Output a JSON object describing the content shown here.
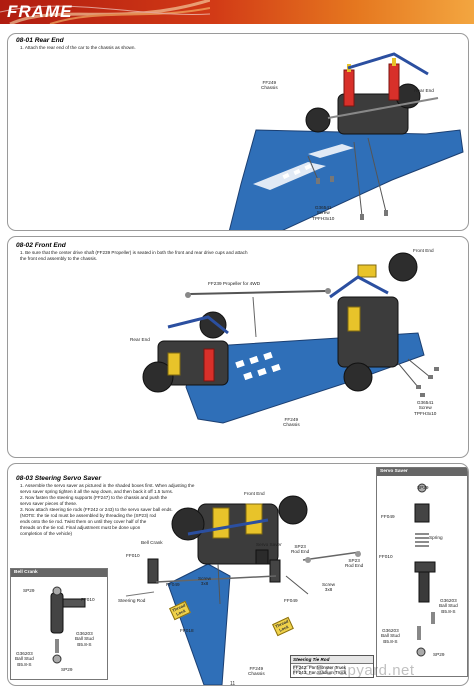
{
  "header": {
    "title": "FRAME"
  },
  "sections": [
    {
      "title": "08-01  Rear End",
      "steps": [
        "1. Attach the rear end of the car to the chassis as shown."
      ],
      "labels": {
        "chassis": "FF249\nChassis",
        "rear_end": "Rear End",
        "screw": "G36541\nScrew\nTPFH3x10"
      }
    },
    {
      "title": "08-02  Front End",
      "steps": [
        "1. Be sure that the center drive shaft (FF239 Propeller) is seated in both the front and rear drive cups and attach",
        "   the front end assembly to the chassis."
      ],
      "labels": {
        "front_end": "Front End",
        "propeller": "FF239 Propeller for 4WD",
        "rear_end": "Rear End",
        "chassis": "FF249\nChassis",
        "screw": "G36541\nScrew\nTPFH3x10"
      }
    },
    {
      "title": "08-03  Steering Servo Saver",
      "steps": [
        "1. Assemble the servo saver as pictured in the shaded boxes first.  When adjusting the",
        "   servo saver spring tighten it all the way down, and then back it off 1.5 turns.",
        "2. Now fasten the steering supports (FF247) to the chassis and push the",
        "   servo saver pieces of these.",
        "3. Now attach steering tie rods (FF242 or 243) to the servo saver ball ends.",
        "   (NOTE: the tie rod must be assembled by threading the (SP23) rod",
        "   ends onto the tie rod. Twist them on until they cover half of the",
        "   threads on the tie rod.  Final adjustment must be done upon",
        "   completion of the vehicle)"
      ],
      "labels": {
        "front_end": "Front End",
        "bell_crank": "Bell Crank",
        "servo_saver": "Servo Saver",
        "sp23_rod_end": "SP23\nRod End",
        "sp23_rod_end_b": "SP23\nRod End",
        "ff010": "FF010",
        "ff049": "FF049",
        "screw_3x8": "Screw\n3x8",
        "screw_3x8_b": "Screw\n3x8",
        "steering_rod": "Steering Rod",
        "ff018": "FF018",
        "ff049_b": "FF049",
        "ff249_chassis": "FF249\nChassis",
        "thread_lock_1": "Thread\nLock",
        "thread_lock_2": "Thread\nLock"
      },
      "insets": {
        "bell_crank": {
          "title": "Bell Crank",
          "labels": [
            "SP29",
            "FF010",
            "G36203\nBall Stud\nB5.8-S",
            "G36203\nBall Stud\nB5.8-S",
            "SP29"
          ]
        },
        "servo_saver": {
          "title": "Servo Saver",
          "labels": [
            "SP29",
            "FF049",
            "Spring",
            "FF010",
            "G36203\nBall Stud\nB5.8-S",
            "G36203\nBall Stud\nB5.8-S",
            "SP29"
          ]
        }
      },
      "tie_rod": {
        "title": "Steering Tie Rod",
        "lines": [
          "FF242: For Monster Truck",
          "FF243: For Stadium Truck"
        ]
      }
    }
  ],
  "page_number": "11",
  "watermark": "RCScrapyard.net",
  "colors": {
    "header_start": "#b01c10",
    "header_end": "#f3a640",
    "chassis_blue": "#2f6fb8",
    "spring_red": "#d8302a",
    "shock_yellow": "#e8c32a"
  }
}
